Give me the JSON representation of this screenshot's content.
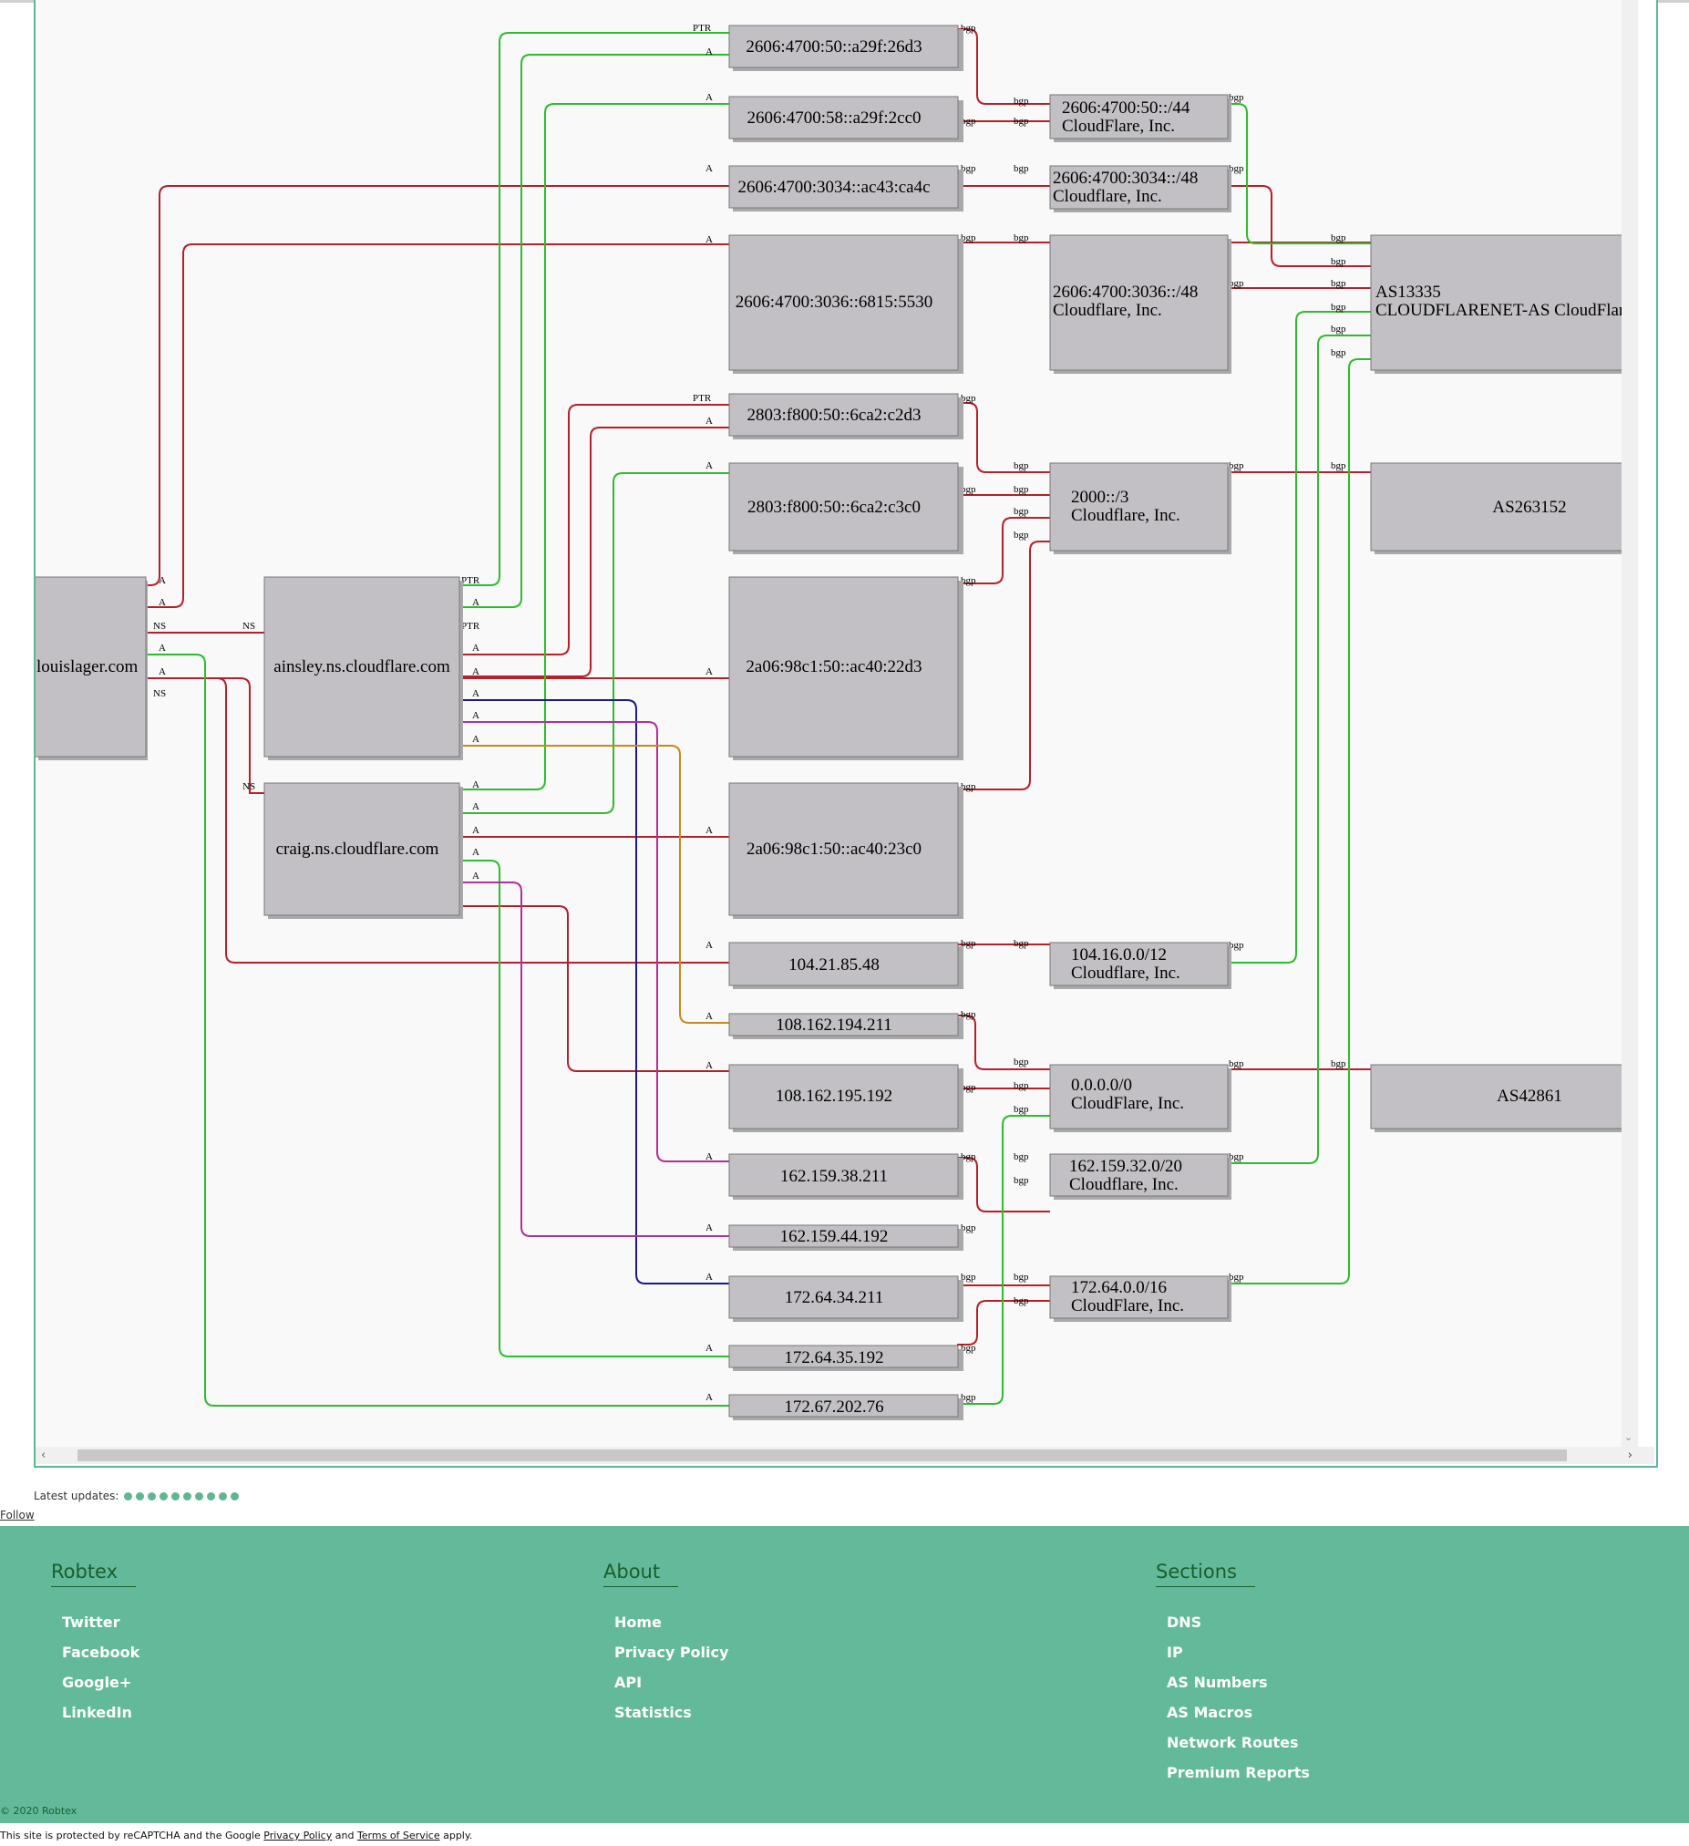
{
  "graph": {
    "nodes": {
      "domain": "louislager.com",
      "ns1": "ainsley.ns.cloudflare.com",
      "ns2": "craig.ns.cloudflare.com",
      "ip1": "2606:4700:50::a29f:26d3",
      "ip2": "2606:4700:58::a29f:2cc0",
      "ip3": "2606:4700:3034::ac43:ca4c",
      "ip4": "2606:4700:3036::6815:5530",
      "ip5": "2803:f800:50::6ca2:c2d3",
      "ip6": "2803:f800:50::6ca2:c3c0",
      "ip7": "2a06:98c1:50::ac40:22d3",
      "ip8": "2a06:98c1:50::ac40:23c0",
      "ip9": "104.21.85.48",
      "ip10": "108.162.194.211",
      "ip11": "108.162.195.192",
      "ip12": "162.159.38.211",
      "ip13": "162.159.44.192",
      "ip14": "172.64.34.211",
      "ip15": "172.64.35.192",
      "ip16": "172.67.202.76",
      "r1_line1": "2606:4700:50::/44",
      "r1_line2": "CloudFlare, Inc.",
      "r2_line1": "2606:4700:3034::/48",
      "r2_line2": "Cloudflare, Inc.",
      "r3_line1": "2606:4700:3036::/48",
      "r3_line2": "Cloudflare, Inc.",
      "r4_line1": "2000::/3",
      "r4_line2": "Cloudflare, Inc.",
      "r5_line1": "104.16.0.0/12",
      "r5_line2": "Cloudflare, Inc.",
      "r6_line1": "0.0.0.0/0",
      "r6_line2": "CloudFlare, Inc.",
      "r7_line1": "162.159.32.0/20",
      "r7_line2": "Cloudflare, Inc.",
      "r8_line1": "172.64.0.0/16",
      "r8_line2": "CloudFlare, Inc.",
      "as1_line1": "AS13335",
      "as1_line2": "CLOUDFLARENET-AS CloudFlare",
      "as2": "AS263152",
      "as3": "AS42861"
    },
    "edge_labels": {
      "a": "A",
      "ns": "NS",
      "ptr": "PTR",
      "bgp": "bgp"
    },
    "colors": {
      "red": "#b5202b",
      "green": "#2ebc2e",
      "blue": "#1a1a8a",
      "magenta": "#b0309a",
      "orange": "#c88a1a",
      "accent": "#5fb693"
    }
  },
  "scrollbar": {
    "left_arrow": "‹",
    "right_arrow": "›",
    "down_arrow": "⌄"
  },
  "updates": {
    "label": "Latest updates:",
    "dot_count": 10
  },
  "follow": "Follow",
  "footer": {
    "robtex": {
      "title": "Robtex",
      "items": [
        "Twitter",
        "Facebook",
        "Google+",
        "LinkedIn"
      ]
    },
    "about": {
      "title": "About",
      "items": [
        "Home",
        "Privacy Policy",
        "API",
        "Statistics"
      ]
    },
    "sections": {
      "title": "Sections",
      "items": [
        "DNS",
        "IP",
        "AS Numbers",
        "AS Macros",
        "Network Routes",
        "Premium Reports"
      ]
    },
    "copyright": "© 2020 Robtex"
  },
  "recaptcha": {
    "prefix": "This site is protected by reCAPTCHA and the Google",
    "privacy": "Privacy Policy",
    "and": "and",
    "terms": "Terms of Service",
    "suffix": "apply."
  }
}
